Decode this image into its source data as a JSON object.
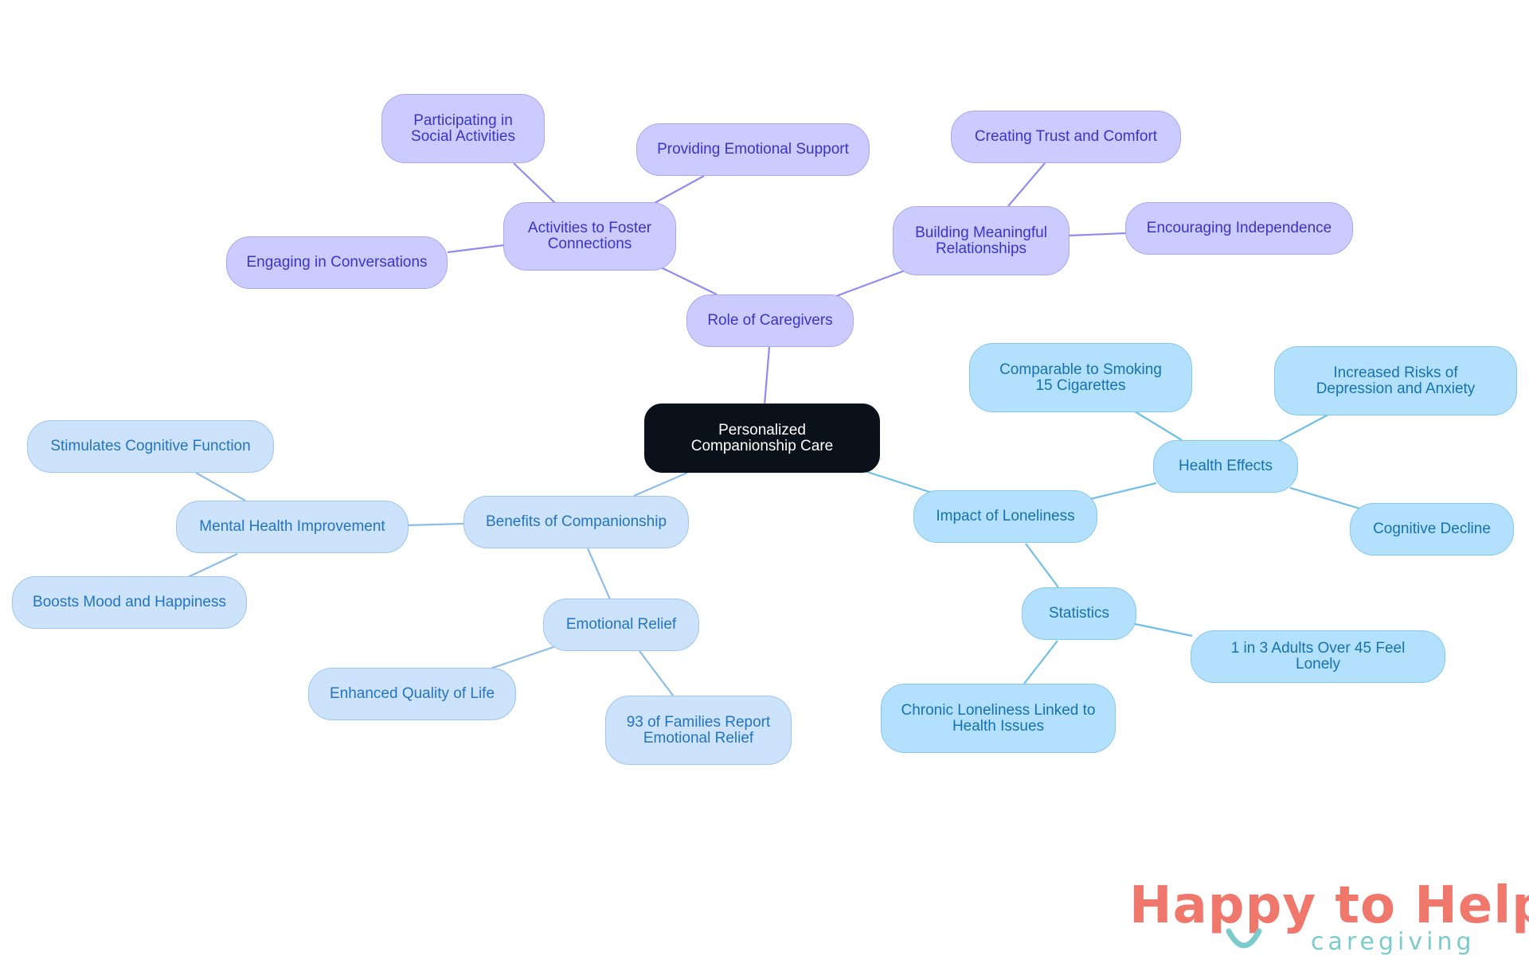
{
  "colors": {
    "root_fill": "#0b111b",
    "purple_fill": "#cccbff",
    "purple_stroke": "#a9a7f2",
    "purple_text": "#3b34c8",
    "purple_link": "#8f8cf0",
    "lightblue_fill": "#cde2fb",
    "lightblue_stroke": "#9ec6ef",
    "lightblue_text": "#2375c2",
    "lightblue_link": "#8dbde9",
    "skyblue_fill": "#b3e0fd",
    "skyblue_stroke": "#84c8f0",
    "skyblue_text": "#1672b0",
    "skyblue_link": "#6fbfe8",
    "logo_coral": "#f0776b",
    "logo_teal": "#7ccbcc"
  },
  "mindmap": {
    "root": "Personalized Companionship Care",
    "role_of_caregivers": {
      "label": "Role of Caregivers",
      "activities": {
        "label": "Activities to Foster Connections",
        "social": "Participating in Social Activities",
        "emotional_support": "Providing Emotional Support",
        "conversations": "Engaging in Conversations"
      },
      "relationships": {
        "label": "Building Meaningful Relationships",
        "trust": "Creating Trust and Comfort",
        "independence": "Encouraging Independence"
      }
    },
    "benefits": {
      "label": "Benefits of Companionship",
      "mental_health": {
        "label": "Mental Health Improvement",
        "cognitive": "Stimulates Cognitive Function",
        "mood": "Boosts Mood and Happiness"
      },
      "emotional_relief": {
        "label": "Emotional Relief",
        "quality": "Enhanced Quality of Life",
        "families": "93 of Families Report Emotional Relief"
      }
    },
    "loneliness": {
      "label": "Impact of Loneliness",
      "health_effects": {
        "label": "Health Effects",
        "smoking": "Comparable to Smoking 15 Cigarettes",
        "depression": "Increased Risks of Depression and Anxiety",
        "cognitive_decline": "Cognitive Decline"
      },
      "statistics": {
        "label": "Statistics",
        "adults": "1 in 3 Adults Over 45 Feel Lonely",
        "chronic": "Chronic Loneliness Linked to Health Issues"
      }
    }
  },
  "logo": {
    "brand": "Happy to Help",
    "tagline": "caregiving"
  }
}
